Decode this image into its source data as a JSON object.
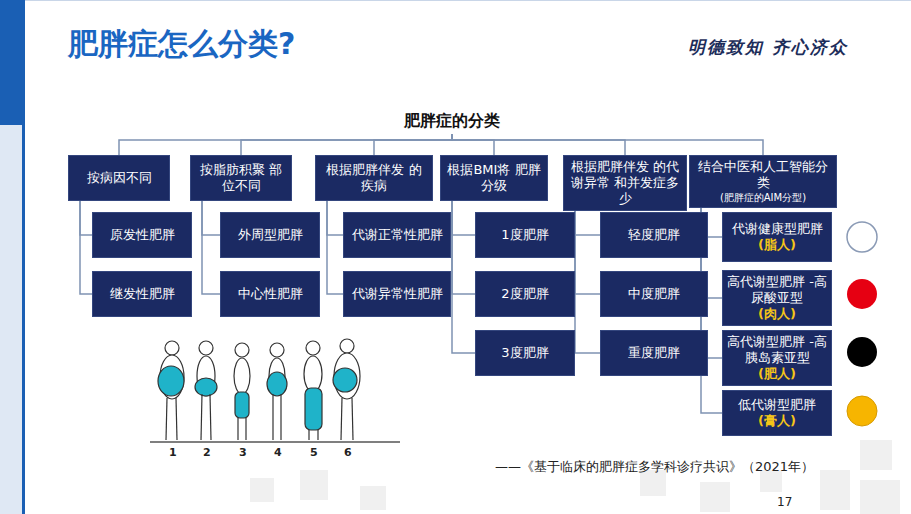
{
  "diagram": {
    "title": "肥胖症怎么分类?",
    "caption": "——《基于临床的肥胖症多学科诊疗共识》（2021年）",
    "nodes": [
      {
        "text": [
          "肥胖症的分类"
        ]
      },
      {
        "text": [
          "按病因不同"
        ]
      },
      {
        "text": [
          "原发性肥胖"
        ]
      },
      {
        "text": [
          "继发性肥胖"
        ]
      },
      {
        "text": [
          "按脂肪积聚 部位不同"
        ]
      },
      {
        "text": [
          "外周型肥胖"
        ]
      },
      {
        "text": [
          "中心性肥胖"
        ]
      },
      {
        "text": [
          "根据肥胖伴发 的疾病"
        ]
      },
      {
        "text": [
          "代谢正常性肥胖"
        ]
      },
      {
        "text": [
          "代谢异常性肥胖"
        ]
      },
      {
        "text": [
          "根据BMI将 肥胖分级"
        ]
      },
      {
        "text": [
          "1度肥胖"
        ]
      },
      {
        "text": [
          "2度肥胖"
        ]
      },
      {
        "text": [
          "3度肥胖"
        ]
      },
      {
        "text": [
          "根据肥胖伴发 的代谢异常 和并发症多少"
        ]
      },
      {
        "text": [
          "轻度肥胖"
        ]
      },
      {
        "text": [
          "中度肥胖"
        ]
      },
      {
        "text": [
          "重度肥胖"
        ]
      },
      {
        "text": [
          "结合中医和人工智能分类",
          "(肥胖症的AIM分型)"
        ]
      },
      {
        "text": [
          "代谢健康型肥胖",
          "(脂人)"
        ]
      },
      {
        "text": [
          "高代谢型肥胖 -高尿酸亚型",
          "(肉人)"
        ]
      },
      {
        "text": [
          "高代谢型肥胖 -高胰岛素亚型",
          "(肥人)"
        ]
      },
      {
        "text": [
          "低代谢型肥胖",
          "(膏人)"
        ]
      }
    ],
    "edges": [
      {
        "from": 0,
        "to": 1,
        "arrow": "none"
      },
      {
        "from": 0,
        "to": 4,
        "arrow": "none"
      },
      {
        "from": 0,
        "to": 7,
        "arrow": "none"
      },
      {
        "from": 0,
        "to": 10,
        "arrow": "none"
      },
      {
        "from": 0,
        "to": 14,
        "arrow": "none"
      },
      {
        "from": 0,
        "to": 18,
        "arrow": "none"
      },
      {
        "from": 1,
        "to": 2,
        "arrow": "none"
      },
      {
        "from": 1,
        "to": 3,
        "arrow": "none"
      },
      {
        "from": 4,
        "to": 5,
        "arrow": "none"
      },
      {
        "from": 4,
        "to": 6,
        "arrow": "none"
      },
      {
        "from": 7,
        "to": 8,
        "arrow": "none"
      },
      {
        "from": 7,
        "to": 9,
        "arrow": "none"
      },
      {
        "from": 10,
        "to": 11,
        "arrow": "none"
      },
      {
        "from": 10,
        "to": 12,
        "arrow": "none"
      },
      {
        "from": 10,
        "to": 13,
        "arrow": "none"
      },
      {
        "from": 14,
        "to": 15,
        "arrow": "none"
      },
      {
        "from": 14,
        "to": 16,
        "arrow": "none"
      },
      {
        "from": 14,
        "to": 17,
        "arrow": "none"
      },
      {
        "from": 18,
        "to": 19,
        "arrow": "none"
      },
      {
        "from": 18,
        "to": 20,
        "arrow": "none"
      },
      {
        "from": 18,
        "to": 21,
        "arrow": "none"
      },
      {
        "from": 18,
        "to": 22,
        "arrow": "none"
      }
    ],
    "labels": [
      "明德致知 齐心济众",
      "1",
      "2",
      "3",
      "4",
      "5",
      "6",
      "17"
    ]
  }
}
